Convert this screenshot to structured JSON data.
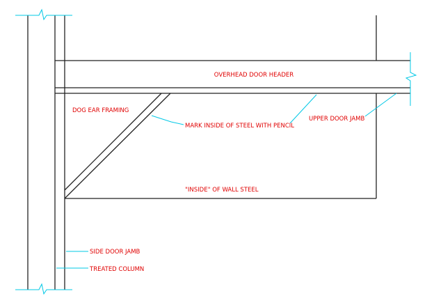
{
  "labels": {
    "header": "OVERHEAD DOOR HEADER",
    "dog_ear": "DOG EAR FRAMING",
    "mark_inside": "MARK INSIDE OF STEEL WITH PENCIL",
    "upper_jamb": "UPPER DOOR JAMB",
    "inside_wall": "\"INSIDE\" OF WALL STEEL",
    "side_jamb": "SIDE DOOR JAMB",
    "treated_column": "TREATED COLUMN"
  },
  "colors": {
    "linework": "#222222",
    "leader": "#00c8e6",
    "label_text": "#e00000"
  }
}
